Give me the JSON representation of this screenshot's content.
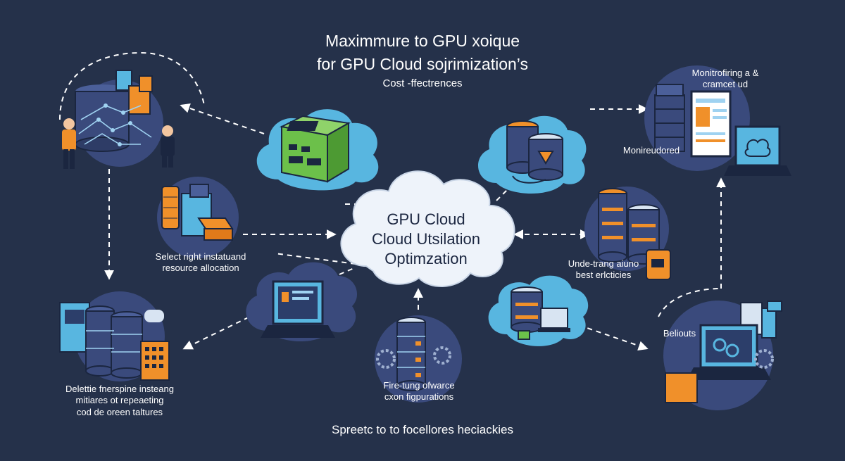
{
  "header": {
    "title_line1": "Maximmure to GPU xoique",
    "title_line2": "for GPU Cloud sojrimization’s",
    "subtitle": "Cost -ffectrences"
  },
  "center": {
    "line1": "GPU Cloud",
    "line2": "Cloud Utsilation",
    "line3": "Optimzation"
  },
  "nodes": {
    "select": {
      "line1": "Select right instatuand",
      "line2": "resource allocation"
    },
    "delete": {
      "line1": "Delettie fnerspine insteang",
      "line2": "mitiares ot repeaeting",
      "line3": "cod de oreen taltures"
    },
    "finetune": {
      "line1": "Fire-tung ofwarce",
      "line2": "cxon figpurations"
    },
    "monitor_top": {
      "line1": "Monitrofiring a &",
      "line2": "cramcet ud"
    },
    "monitor_screen": "Monireudored",
    "understand": {
      "line1": "Unde-trang aiuno",
      "line2": "best erlcticies"
    },
    "belouts": "Beliouts"
  },
  "footer": "Spreetc to to focellores heciackies",
  "colors": {
    "background": "#25314a",
    "cloud": "#eef3fa",
    "circle": "#3a4a7c",
    "orange": "#f0902a",
    "teal": "#58b6e0",
    "green": "#6cc04a",
    "text": "#ffffff"
  }
}
